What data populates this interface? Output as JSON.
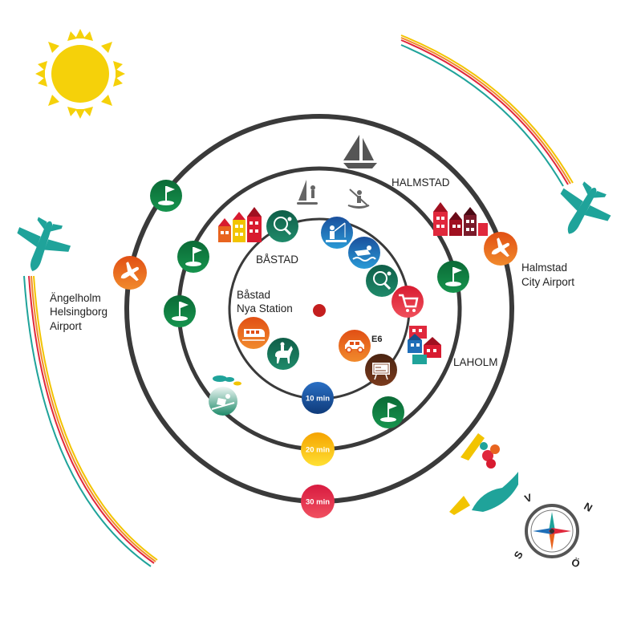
{
  "labels": {
    "bastad": "BÅSTAD",
    "halmstad": "HALMSTAD",
    "laholm": "LAHOLM",
    "station_line1": "Båstad",
    "station_line2": "Nya Station",
    "e6": "E6",
    "halmstad_airport_line1": "Halmstad",
    "halmstad_airport_line2": "City Airport",
    "angelholm_line1": "Ängelholm",
    "angelholm_line2": "Helsingborg",
    "angelholm_line3": "Airport"
  },
  "time_rings": [
    {
      "label": "10 min",
      "color": "#1a4f9c"
    },
    {
      "label": "20 min",
      "color": "#f2c400"
    },
    {
      "label": "30 min",
      "color": "#e0283c"
    }
  ],
  "compass": {
    "n": "N",
    "s": "S",
    "v": "V",
    "o": "Ö"
  },
  "colors": {
    "ring": "#3a3a3a",
    "golf_green": "#0f7a3e",
    "airport_orange": "#e8641f",
    "activity_blue": "#1f6fb8",
    "shop_red": "#e0283c",
    "center_dot": "#c41e1e",
    "sun": "#f5d10a",
    "plane_teal": "#1fa39a"
  },
  "icons": [
    "sun-icon",
    "sailboat-icon",
    "windsurf-icon",
    "kayak-icon",
    "golf-icon",
    "airplane-icon",
    "tennis-icon",
    "fishing-icon",
    "swimming-icon",
    "shopping-cart-icon",
    "train-icon",
    "horse-riding-icon",
    "car-icon",
    "classroom-icon",
    "ski-icon",
    "houses-icon",
    "compass-icon"
  ]
}
